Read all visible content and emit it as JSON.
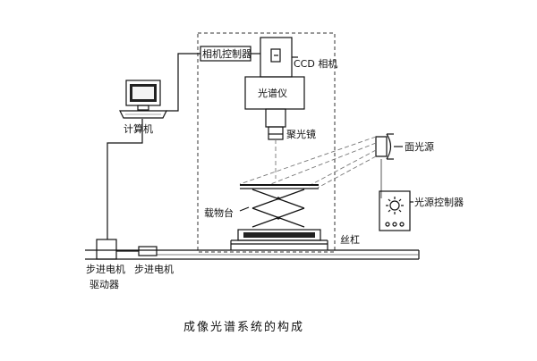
{
  "labels": {
    "camera_controller": "相机控制器",
    "ccd_camera": "CCD 相机",
    "computer": "计算机",
    "spectrometer": "光谱仪",
    "condenser_lens": "聚光镜",
    "area_light_source": "面光源",
    "sample_stage": "载物台",
    "light_source_controller": "光源控制器",
    "lead_screw": "丝杠",
    "stepper_motor_driver_line1": "步进电机",
    "stepper_motor_driver_line2": "驱动器",
    "stepper_motor": "步进电机"
  },
  "caption": "成像光谱系统的构成"
}
